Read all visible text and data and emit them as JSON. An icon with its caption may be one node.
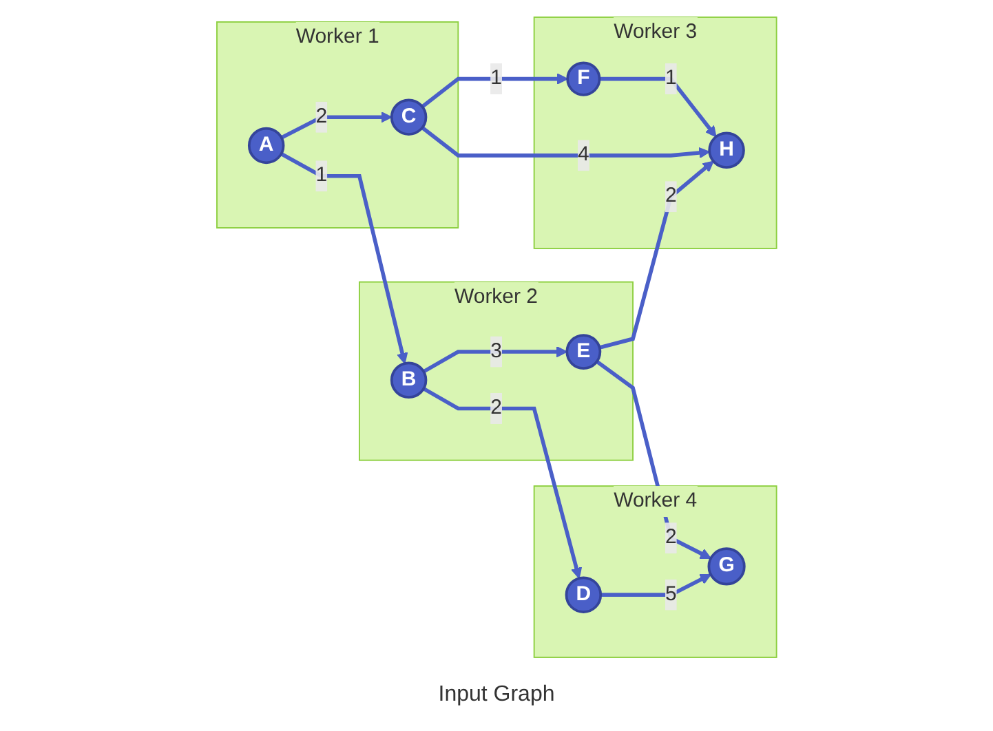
{
  "diagram": {
    "caption": "Input Graph",
    "nodes": [
      {
        "text": [
          "Worker 4"
        ]
      },
      {
        "text": [
          "D"
        ],
        "in": 0
      },
      {
        "text": [
          "G"
        ],
        "in": 0
      },
      {
        "text": [
          "Worker 2"
        ]
      },
      {
        "text": [
          "B"
        ],
        "in": 3
      },
      {
        "text": [
          "E"
        ],
        "in": 3
      },
      {
        "text": [
          "Worker 1"
        ]
      },
      {
        "text": [
          "A"
        ],
        "in": 6
      },
      {
        "text": [
          "C"
        ],
        "in": 6
      },
      {
        "text": [
          "Worker 3"
        ]
      },
      {
        "text": [
          "F"
        ],
        "in": 9
      },
      {
        "text": [
          "H"
        ],
        "in": 9
      }
    ],
    "edges": [
      {
        "from": 7,
        "to": 4,
        "arrow": "to",
        "label": "1"
      },
      {
        "from": 7,
        "to": 8,
        "arrow": "to",
        "label": "2"
      },
      {
        "from": 4,
        "to": 1,
        "arrow": "to",
        "label": "2"
      },
      {
        "from": 4,
        "to": 5,
        "arrow": "to",
        "label": "3"
      },
      {
        "from": 1,
        "to": 2,
        "arrow": "to",
        "label": "5"
      },
      {
        "from": 5,
        "to": 2,
        "arrow": "to",
        "label": "2"
      },
      {
        "from": 5,
        "to": 11,
        "arrow": "to",
        "label": "2"
      },
      {
        "from": 8,
        "to": 11,
        "arrow": "to",
        "label": "4"
      },
      {
        "from": 8,
        "to": 10,
        "arrow": "to",
        "label": "1"
      },
      {
        "from": 10,
        "to": 11,
        "arrow": "to",
        "label": "1"
      }
    ]
  }
}
